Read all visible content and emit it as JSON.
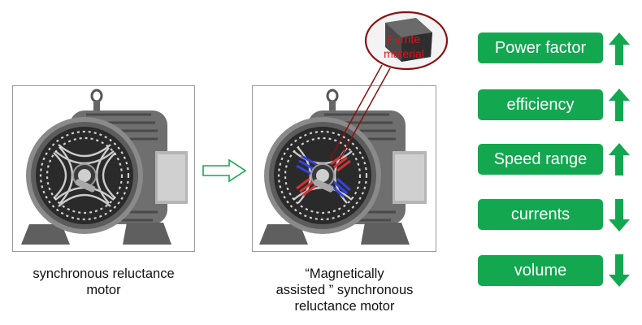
{
  "captions": {
    "left": [
      "synchronous reluctance",
      "motor"
    ],
    "right": [
      "“Magnetically",
      "assisted ” synchronous",
      "reluctance motor"
    ]
  },
  "callout": {
    "lines": [
      "Ferrite",
      "material"
    ]
  },
  "properties": [
    {
      "label": "Power factor",
      "direction": "up",
      "icon": "arrow-up-icon"
    },
    {
      "label": "efficiency",
      "direction": "up",
      "icon": "arrow-up-icon"
    },
    {
      "label": "Speed range",
      "direction": "up",
      "icon": "arrow-up-icon"
    },
    {
      "label": "currents",
      "direction": "down",
      "icon": "arrow-down-icon"
    },
    {
      "label": "volume",
      "direction": "down",
      "icon": "arrow-down-icon"
    }
  ],
  "colors": {
    "property_green": "#13a850",
    "callout_red": "#e0101a",
    "magnet_blue": "#3344dd",
    "magnet_red": "#d33333",
    "motor_gray": "#7b7b7b"
  }
}
